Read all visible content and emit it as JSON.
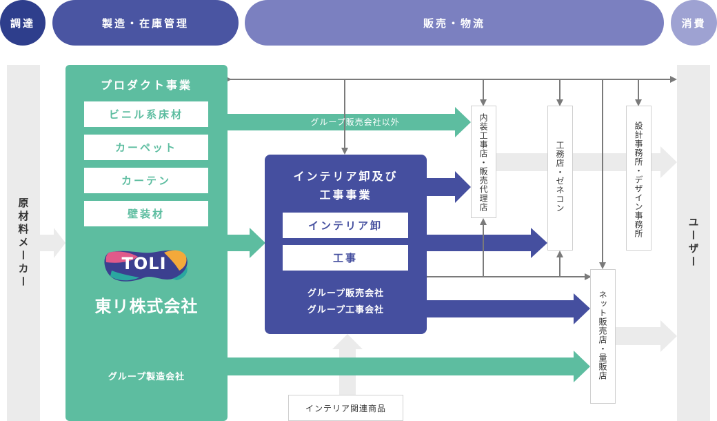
{
  "header": {
    "procurement": "調達",
    "manufacturing": "製造・在庫管理",
    "sales_logistics": "販売・物流",
    "consumption": "消費"
  },
  "left_bar_label": "原材料メーカー",
  "right_bar_label": "ユーザー",
  "product_block": {
    "title": "プロダクト事業",
    "items": [
      "ビニル系床材",
      "カーペット",
      "カーテン",
      "壁装材"
    ],
    "logo_mark": "TOLI",
    "company_name": "東リ株式会社",
    "group_label": "グループ製造会社"
  },
  "interior_block": {
    "title_line1": "インテリア卸及び",
    "title_line2": "工事事業",
    "items": [
      "インテリア卸",
      "工事"
    ],
    "group_line1": "グループ販売会社",
    "group_line2": "グループ工事会社"
  },
  "arrow_label_outside_group": "グループ販売会社以外",
  "stores": {
    "interior_contractor": "内装工事店・販売代理店",
    "builder": "工務店・ゼネコン",
    "design_office": "設計事務所・デザイン事務所",
    "net_retail": "ネット販売店・量販店"
  },
  "related_goods": "インテリア関連商品",
  "colors": {
    "procure_pill": "#2e3e8c",
    "manufacture_pill": "#4a55a2",
    "sales_pill": "#7b80c0",
    "consume_pill": "#9ea2d2",
    "green": "#5dbda0",
    "navy": "#454f9f",
    "light_gray": "#ebebeb",
    "line_gray": "#7a7a7a"
  }
}
